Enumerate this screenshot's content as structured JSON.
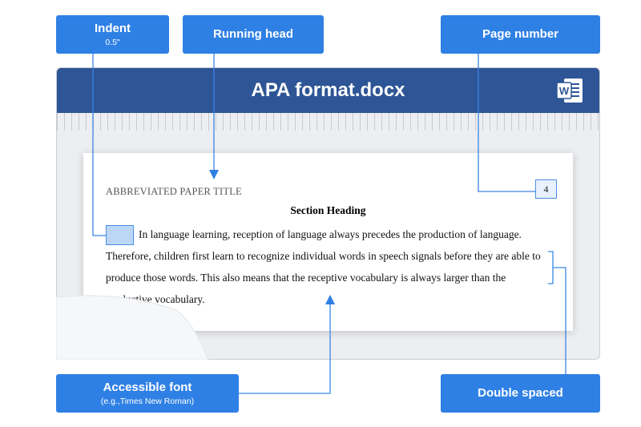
{
  "callouts": {
    "indent": {
      "label": "Indent",
      "sub": "0.5\""
    },
    "running_head": {
      "label": "Running head"
    },
    "page_number": {
      "label": "Page number"
    },
    "accessible_font": {
      "label": "Accessible font",
      "sub": "(e.g.,Times New Roman)"
    },
    "double_spaced": {
      "label": "Double spaced"
    }
  },
  "window": {
    "title": "APA format.docx",
    "icon": "word-icon"
  },
  "document": {
    "running_head": "ABBREVIATED PAPER TITLE",
    "page_number": "4",
    "section_heading": "Section Heading",
    "lines": [
      "In language learning, reception of language always precedes the production of language.",
      "Therefore, children first learn to recognize individual words in speech signals before they are able to",
      "produce those words. This also means that the receptive vocabulary is always larger than the",
      "productive vocabulary."
    ]
  },
  "colors": {
    "callout": "#2f80e4",
    "titlebar": "#2e5595",
    "connector": "#3b86e6"
  }
}
